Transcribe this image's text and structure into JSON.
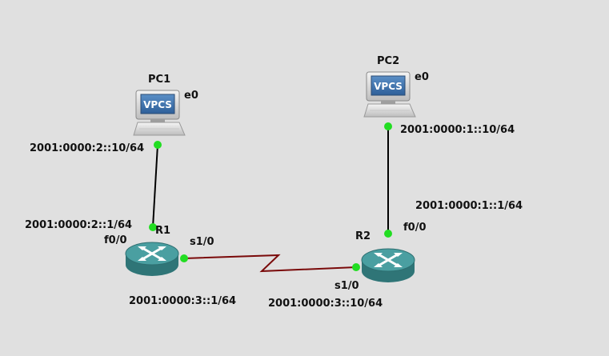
{
  "topology": {
    "nodes": {
      "pc1": {
        "name": "PC1",
        "badge": "VPCS",
        "iface": "e0",
        "ip": "2001:0000:2::10/64"
      },
      "pc2": {
        "name": "PC2",
        "badge": "VPCS",
        "iface": "e0",
        "ip": "2001:0000:1::10/64"
      },
      "r1": {
        "name": "R1",
        "lan_iface": "f0/0",
        "lan_ip": "2001:0000:2::1/64",
        "wan_iface": "s1/0",
        "wan_ip": "2001:0000:3::1/64"
      },
      "r2": {
        "name": "R2",
        "lan_iface": "f0/0",
        "lan_ip": "2001:0000:1::1/64",
        "wan_iface": "s1/0",
        "wan_ip": "2001:0000:3::10/64"
      }
    },
    "colors": {
      "background": "#e0e0e0",
      "ethernet_link": "#000000",
      "serial_link": "#7a0a0a",
      "port_up": "#22dd22",
      "router_body": "#3d8f91"
    }
  }
}
